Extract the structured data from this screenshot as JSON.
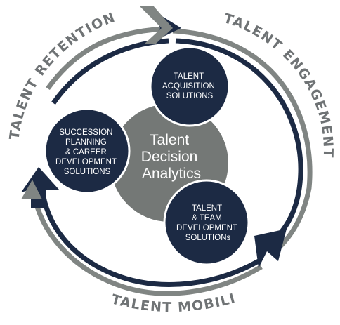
{
  "diagram": {
    "arc_labels": {
      "retention": "TALENT RETENTION",
      "engagement": "TALENT ENGAGEMENT",
      "mobility": "TALENT MOBILITY"
    },
    "center": {
      "lines": [
        "Talent",
        "Decision",
        "Analytics"
      ]
    },
    "nodes": {
      "acquisition": [
        "TALENT",
        "ACQUISITION",
        "SOLUTIONS"
      ],
      "succession": [
        "SUCCESSION",
        "PLANNING",
        "& CAREER",
        "DEVELOPMENT",
        "SOLUTIONS"
      ],
      "development": [
        "TALENT",
        "& TEAM",
        "DEVELOPMENT",
        "SOLUTIONs"
      ]
    },
    "colors": {
      "navy": "#1c2a44",
      "gray": "#808583",
      "center_gray": "#747876",
      "label_gray": "#6f7375"
    }
  }
}
